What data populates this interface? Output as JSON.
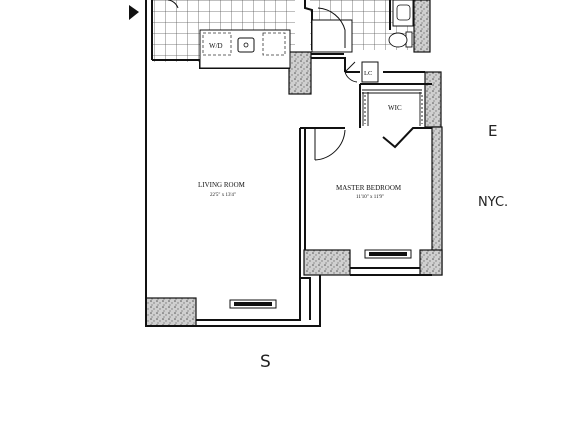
{
  "rooms": {
    "living_room": {
      "name": "LIVING ROOM",
      "dims": "22'5\" x 13'4\""
    },
    "master_bedroom": {
      "name": "MASTER BEDROOM",
      "dims": "11'10\" x 11'9\""
    },
    "wic": "WIC",
    "linen_closet": "LC",
    "washer_dryer": "W/D"
  },
  "annotations": {
    "east": "E",
    "city": "NYC.",
    "south": "S"
  },
  "colors": {
    "wall": "#111111",
    "stipple": "#9a9a9a",
    "line": "#222222"
  }
}
